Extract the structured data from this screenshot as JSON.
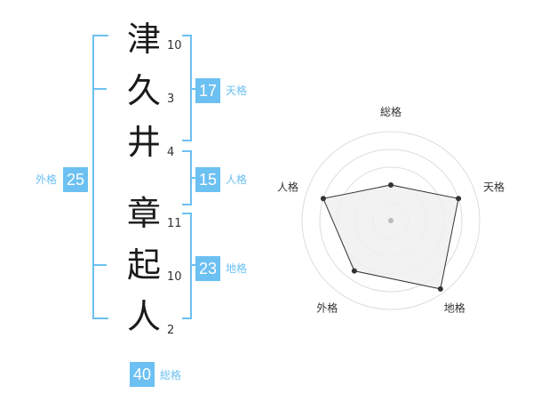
{
  "name": {
    "characters": [
      {
        "char": "津",
        "strokes": "10"
      },
      {
        "char": "久",
        "strokes": "3"
      },
      {
        "char": "井",
        "strokes": "4"
      },
      {
        "char": "章",
        "strokes": "11"
      },
      {
        "char": "起",
        "strokes": "10"
      },
      {
        "char": "人",
        "strokes": "2"
      }
    ]
  },
  "kakusu": {
    "tenkaku": {
      "value": "17",
      "label": "天格"
    },
    "jinkaku": {
      "value": "15",
      "label": "人格"
    },
    "chikaku": {
      "value": "23",
      "label": "地格"
    },
    "gaikaku": {
      "value": "25",
      "label": "外格"
    },
    "soukaku": {
      "value": "40",
      "label": "総格"
    }
  },
  "radar": {
    "axes": [
      "総格",
      "天格",
      "地格",
      "外格",
      "人格"
    ],
    "values": [
      0.4,
      0.8,
      0.95,
      0.7,
      0.8
    ],
    "colors": {
      "fill": "#f0f0f0",
      "stroke": "#333333",
      "grid": "#dddddd",
      "accent": "#6cc0f2"
    }
  }
}
